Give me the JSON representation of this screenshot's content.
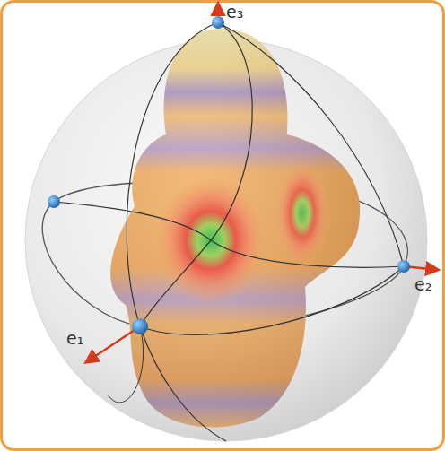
{
  "diagram": {
    "labels": [
      "e₃",
      "e₂",
      "e₁"
    ]
  }
}
